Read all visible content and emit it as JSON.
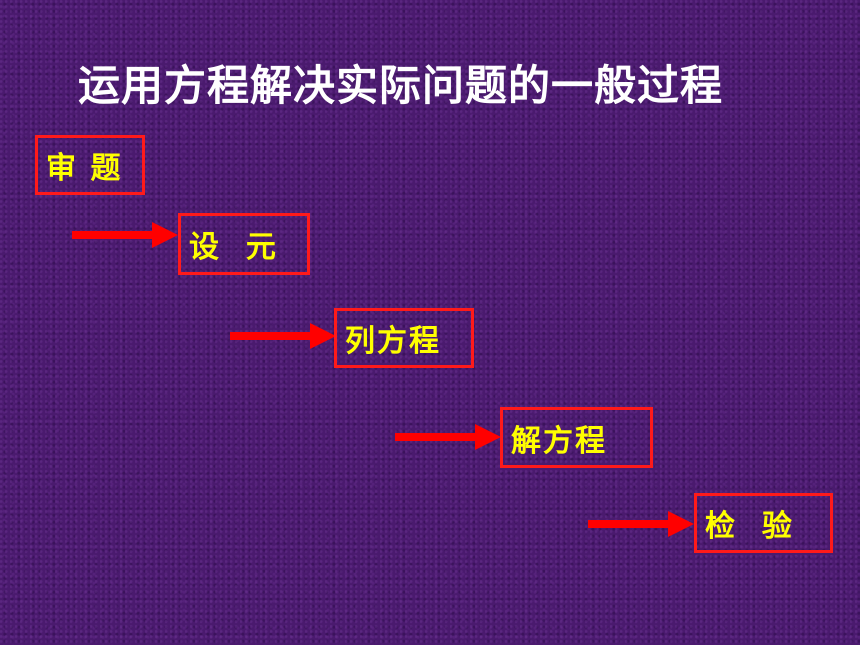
{
  "title": "运用方程解决实际问题的一般过程",
  "steps": [
    {
      "label": "审 题"
    },
    {
      "label": "设  元"
    },
    {
      "label": "列方程"
    },
    {
      "label": "解方程"
    },
    {
      "label": "检  验"
    }
  ],
  "colors": {
    "background": "#4a1a6e",
    "title_text": "#ffffff",
    "step_text": "#ffff00",
    "step_border": "#ff1a1a",
    "arrow": "#ff0000"
  },
  "icons": [
    "arrow-right-icon"
  ]
}
